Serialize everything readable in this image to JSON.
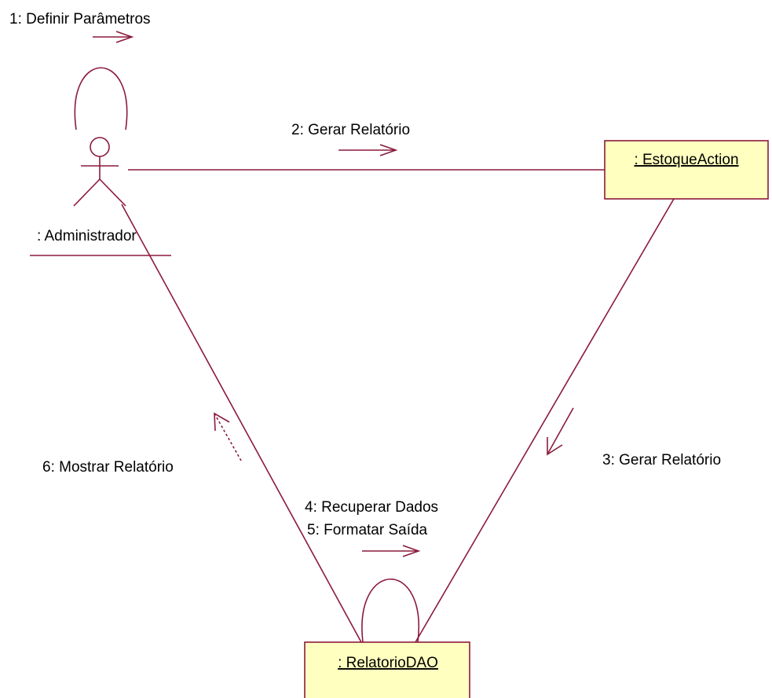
{
  "actor": {
    "name": ": Administrador"
  },
  "objects": {
    "estoque": ": EstoqueAction",
    "relatorio": ": RelatorioDAO"
  },
  "messages": {
    "m1": "1: Definir Parâmetros",
    "m2": "2: Gerar Relatório",
    "m3": "3: Gerar Relatório",
    "m4": "4: Recuperar Dados",
    "m5": "5: Formatar Saída",
    "m6": "6: Mostrar Relatório"
  },
  "colors": {
    "line": "#8b1a3c",
    "object_fill": "#ffffc0",
    "background": "#ffffff"
  }
}
